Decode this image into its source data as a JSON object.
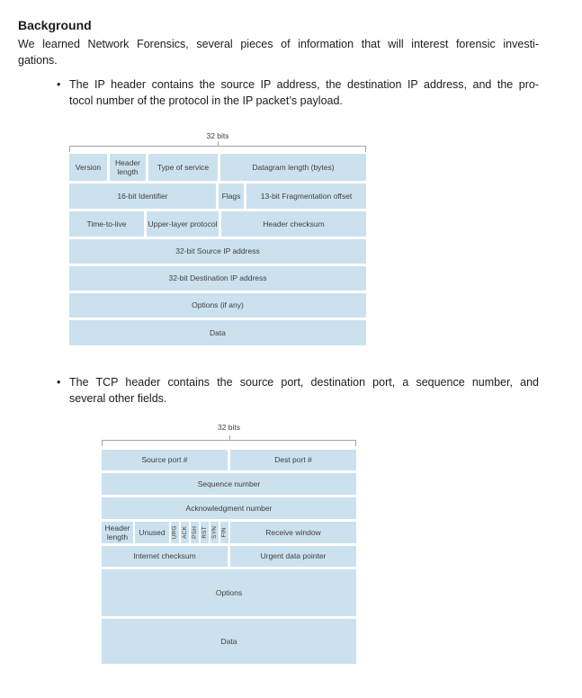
{
  "page": {
    "heading": "Background",
    "intro_lines": [
      "We learned Network Forensics, several pieces of information that will interest forensic investi-",
      "gations."
    ],
    "bullet_marker": "•",
    "bullets": [
      {
        "lines": [
          "The IP header contains the source IP address, the destination IP address, and the pro-",
          "tocol number of the protocol in the IP packet’s payload."
        ]
      },
      {
        "lines": [
          "The TCP header contains the source port, destination port, a sequence number, and",
          "several other fields."
        ]
      }
    ]
  },
  "ip_diagram": {
    "caption": "32 bits",
    "rows": [
      {
        "cells": [
          "Version",
          "Header length",
          "Type of service",
          "Datagram length (bytes)"
        ]
      },
      {
        "cells": [
          "16-bit Identifier",
          "Flags",
          "13-bit Fragmentation offset"
        ]
      },
      {
        "cells": [
          "Time-to-live",
          "Upper-layer protocol",
          "Header checksum"
        ]
      },
      {
        "cells": [
          "32-bit Source IP address"
        ]
      },
      {
        "cells": [
          "32-bit Destination IP address"
        ]
      },
      {
        "cells": [
          "Options (if any)"
        ]
      },
      {
        "cells": [
          "Data"
        ]
      }
    ]
  },
  "tcp_diagram": {
    "caption": "32 bits",
    "rows": [
      {
        "cells": [
          "Source port #",
          "Dest port #"
        ]
      },
      {
        "cells": [
          "Sequence number"
        ]
      },
      {
        "cells": [
          "Acknowledgment number"
        ]
      },
      {
        "cells": [
          "Header length",
          "Unused",
          "URG",
          "ACK",
          "PSH",
          "RST",
          "SYN",
          "FIN",
          "Receive window"
        ]
      },
      {
        "cells": [
          "Internet checksum",
          "Urgent data pointer"
        ]
      },
      {
        "cells": [
          "Options"
        ]
      },
      {
        "cells": [
          "Data"
        ]
      }
    ]
  },
  "colors": {
    "cell_fill": "#cbe1ee",
    "cell_text": "#3f3f3f",
    "bracket": "#a3a3a3",
    "body_text": "#1c1c1c"
  }
}
